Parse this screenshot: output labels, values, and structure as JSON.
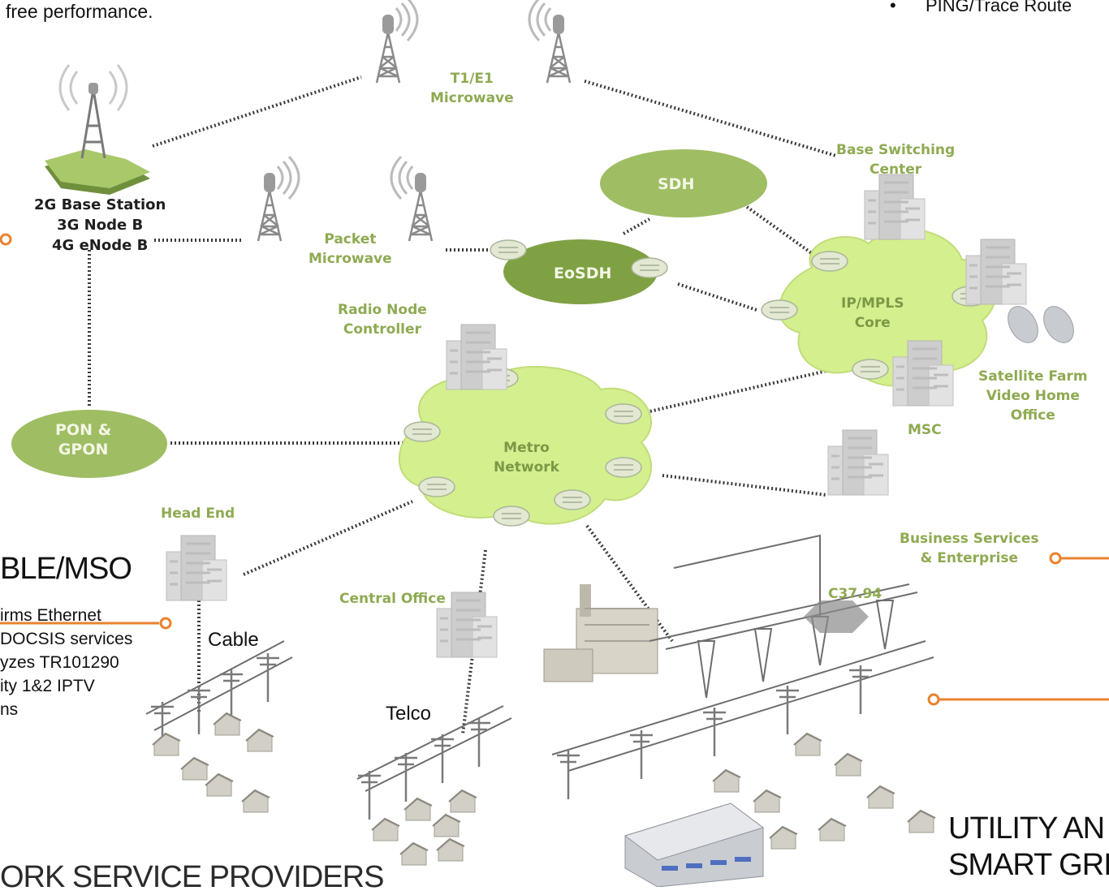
{
  "intro_fragment": "free performance.",
  "bullets": {
    "ping": "PING/Trace Route"
  },
  "nodes": {
    "t1e1": [
      "T1/E1",
      "Microwave"
    ],
    "base_station": [
      "2G Base Station",
      "3G Node B",
      "4G eNode B"
    ],
    "packet_microwave": [
      "Packet",
      "Microwave"
    ],
    "sdh": "SDH",
    "eosdh": "EoSDH",
    "base_switching": [
      "Base Switching",
      "Center"
    ],
    "ip_mpls": [
      "IP/MPLS",
      "Core"
    ],
    "radio_node": [
      "Radio Node",
      "Controller"
    ],
    "satellite": [
      "Satellite Farm",
      "Video Home",
      "Office"
    ],
    "msc": "MSC",
    "pon": [
      "PON &",
      "GPON"
    ],
    "metro": [
      "Metro",
      "Network"
    ],
    "head_end": "Head End",
    "business": [
      "Business Services",
      "& Enterprise"
    ],
    "central_office": "Central Office",
    "c37": "C37.94",
    "cable": "Cable",
    "telco": "Telco"
  },
  "cable_section": {
    "title": "BLE/MSO",
    "lines": [
      "irms Ethernet",
      "DOCSIS services",
      "yzes TR101290",
      "ity 1&2 IPTV",
      "ns"
    ]
  },
  "utility_section": {
    "lines": [
      "UTILITY AN",
      "SMART GRI"
    ]
  },
  "footer_fragment": "ORK SERVICE PROVIDERS",
  "colors": {
    "accent_orange": "#e9832f",
    "node_green": "#8faa52",
    "blob_green": "#d4ef8e"
  }
}
